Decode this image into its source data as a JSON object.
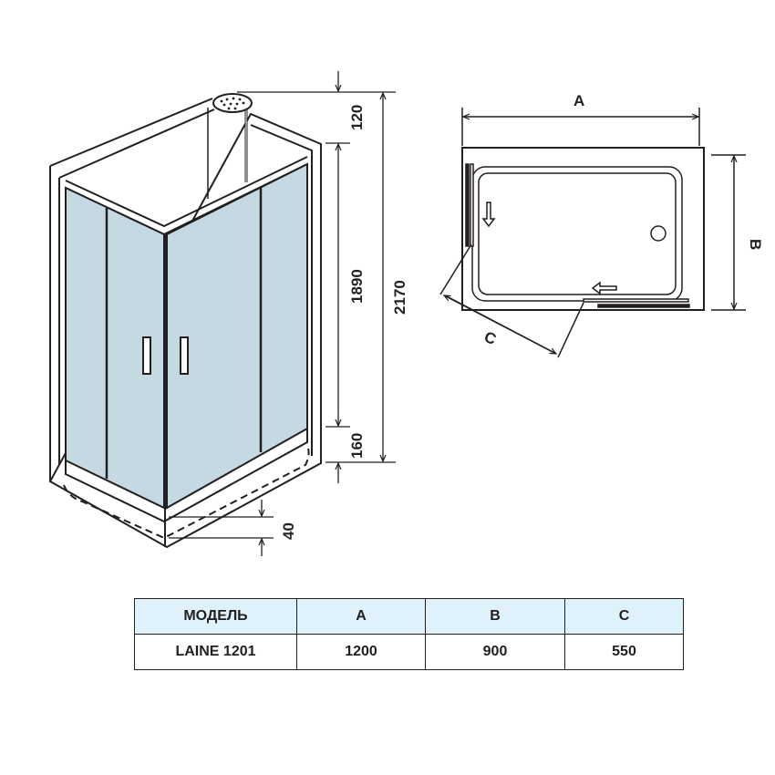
{
  "dimensions": {
    "top_gap": "120",
    "door_height": "1890",
    "tray_height": "160",
    "total_height": "2170",
    "tray_depth": "40"
  },
  "plan": {
    "label_a": "A",
    "label_b": "B",
    "label_c": "C"
  },
  "table": {
    "headers": [
      "МОДЕЛЬ",
      "A",
      "B",
      "C"
    ],
    "rows": [
      [
        "LAINE 1201",
        "1200",
        "900",
        "550"
      ]
    ]
  },
  "colors": {
    "glass": "#c5d9e3",
    "header_bg": "#dff2fb",
    "line": "#231f20"
  }
}
